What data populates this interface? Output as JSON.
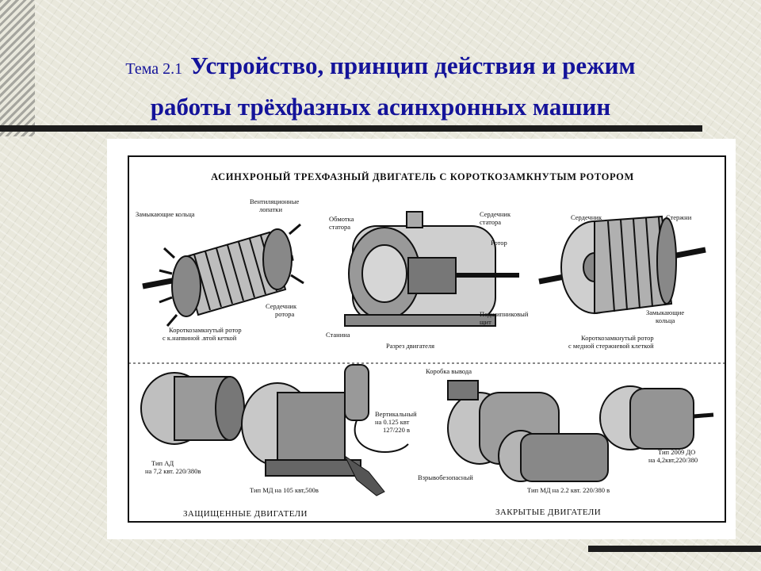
{
  "slide": {
    "topic_number": "Тема 2.1",
    "title_line1": "Устройство, принцип действия и режим",
    "title_line2": "работы трёхфазных асинхронных машин"
  },
  "figure": {
    "banner": "АСИНХРОНЫЙ ТРЕХФАЗНЫЙ ДВИГАТЕЛЬ С КОРОТКОЗАМКНУТЫМ РОТОРОМ",
    "rotor1": {
      "closing_rings": "Замыкающие кольца",
      "fan_blades_1": "Вентиляционные",
      "fan_blades_2": "лопатки",
      "core_1": "Сердечник",
      "core_2": "ротора",
      "caption_1": "Короткозамкнутый ротор",
      "caption_2": "с к.напвиной .втой кеткой"
    },
    "section": {
      "winding_1": "Обмотка",
      "winding_2": "статора",
      "stator_core_1": "Сердечник",
      "stator_core_2": "статора",
      "rotor": "Ротор",
      "frame": "Станина",
      "shield_1": "Подшипниковый",
      "shield_2": "щит",
      "caption": "Разрез двигателя"
    },
    "rotor2": {
      "core": "Сердечник",
      "bars": "Стержни",
      "rings_1": "Замыкающие",
      "rings_2": "кольца",
      "caption_1": "Короткозамкнутый ротор",
      "caption_2": "с медной стержневой клеткой"
    },
    "protected": {
      "ad_1": "Тип АД",
      "ad_2": "на 7,2 квт. 220/380в",
      "vertical_1": "Вертикальный",
      "vertical_2": "на 0.125 квт",
      "vertical_3": "127/220 в",
      "md": "Тип МД на 105 квт,500в",
      "label": "ЗАЩИЩЕННЫЕ ДВИГАТЕЛИ"
    },
    "closed": {
      "terminal_box": "Коробка вывода",
      "explosion": "Взрывобезопасный",
      "md": "Тип МД на 2.2 квт. 220/380 в",
      "do_1": "Тип 2009 ДО",
      "do_2": "на 4,2квт,220/380",
      "label": "ЗАКРЫТЫЕ ДВИГАТЕЛИ"
    }
  }
}
